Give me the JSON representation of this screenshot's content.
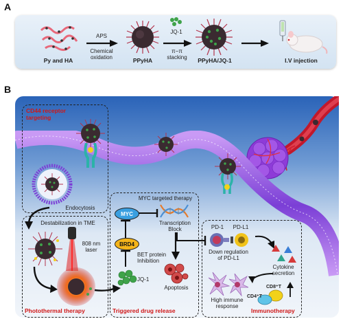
{
  "panelA": {
    "letter": "A",
    "steps": [
      {
        "label": "Py and HA"
      },
      {
        "label": "PPyHA"
      },
      {
        "label": "PPyHA/JQ-1"
      },
      {
        "label": "I.V injection"
      }
    ],
    "arrow1": {
      "top": "APS",
      "bottom": "Chemical\noxidation"
    },
    "arrow2": {
      "top": "JQ-1",
      "bottom": "π−π\nstacking"
    }
  },
  "panelB": {
    "letter": "B",
    "cd44_title": "CD44 receptor\ntargeting",
    "endocytosis": "Endocytosis",
    "destabilization": "Destabilization in TME",
    "laser": "808 nm\nlaser",
    "photothermal": "Photothermal therapy",
    "myc_title": "MYC targeted therapy",
    "myc": "MYC",
    "brd4": "BRD4",
    "transcription": "Transcription\nBlock",
    "bet": "BET protein\nInhibition",
    "jq1": "JQ-1",
    "apoptosis": "Apoptosis",
    "triggered": "Triggered drug release",
    "pd1": "PD-1",
    "pdl1": "PD-L1",
    "down_reg": "Down regulation\nof PD-L1",
    "cytokine": "Cytokine\nsecretion",
    "cd8": "CD8⁺T",
    "cd4": "CD4⁺T",
    "high_immune": "High immune\nresponse",
    "immunotherapy": "Immunotherapy"
  },
  "colors": {
    "red_label": "#d01818",
    "membrane": "#7b3fd6",
    "bg_blue": "#c9dcef",
    "myc_fill": "#3a9fe0",
    "brd4_fill": "#f4b41a"
  }
}
